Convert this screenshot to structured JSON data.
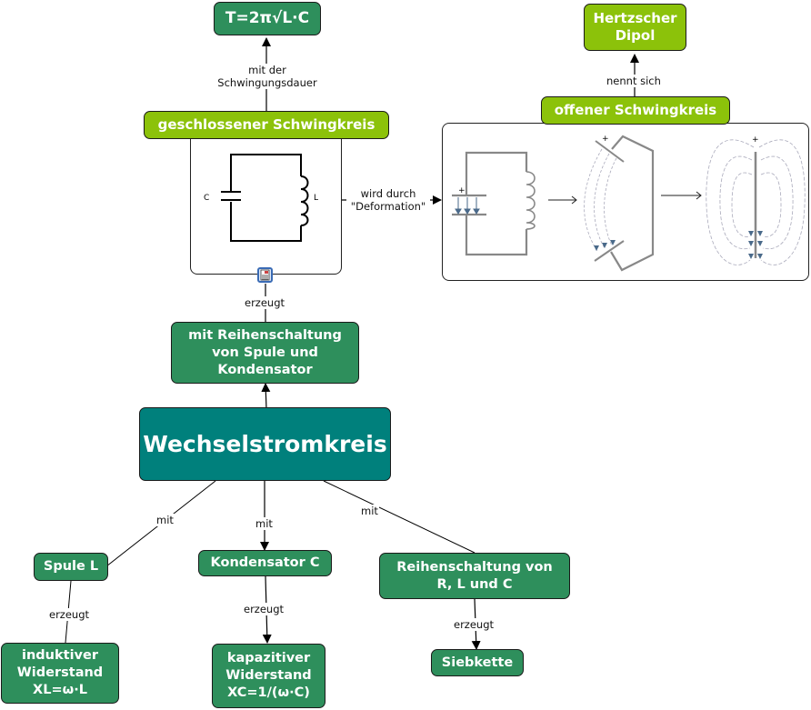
{
  "title": "Wechselstromkreis",
  "colors": {
    "green_node": "#2e8f5c",
    "lime_node": "#8cc20a",
    "teal_node": "#00807c",
    "field_arrow": "#4a6a8a"
  },
  "nodes": {
    "formula": "T=2π√L·C",
    "hertz": "Hertzscher\nDipol",
    "closed_circuit": "geschlossener Schwingkreis",
    "open_circuit": "offener Schwingkreis",
    "series_lc": "mit Reihenschaltung\nvon Spule und\nKondensator",
    "main": "Wechselstromkreis",
    "coil": "Spule L",
    "capacitor": "Kondensator C",
    "series_rlc": "Reihenschaltung von\nR, L und C",
    "inductive": "induktiver\nWiderstand\nXL=ω·L",
    "capacitive": "kapazitiver\nWiderstand\nXC=1/(ω·C)",
    "filter": "Siebkette"
  },
  "links": {
    "period": "mit der\nSchwingungsdauer",
    "called": "nennt sich",
    "deformation": "wird durch\n\"Deformation\"",
    "produces_lc": "erzeugt",
    "with_coil": "mit",
    "with_cap": "mit",
    "with_rlc": "mit",
    "produces_xl": "erzeugt",
    "produces_xc": "erzeugt",
    "produces_filter": "erzeugt"
  },
  "circuit": {
    "cap_label": "C",
    "coil_label": "L"
  },
  "dipole": {
    "plus": "+"
  },
  "icons": {
    "resource": "document-resource-icon"
  }
}
